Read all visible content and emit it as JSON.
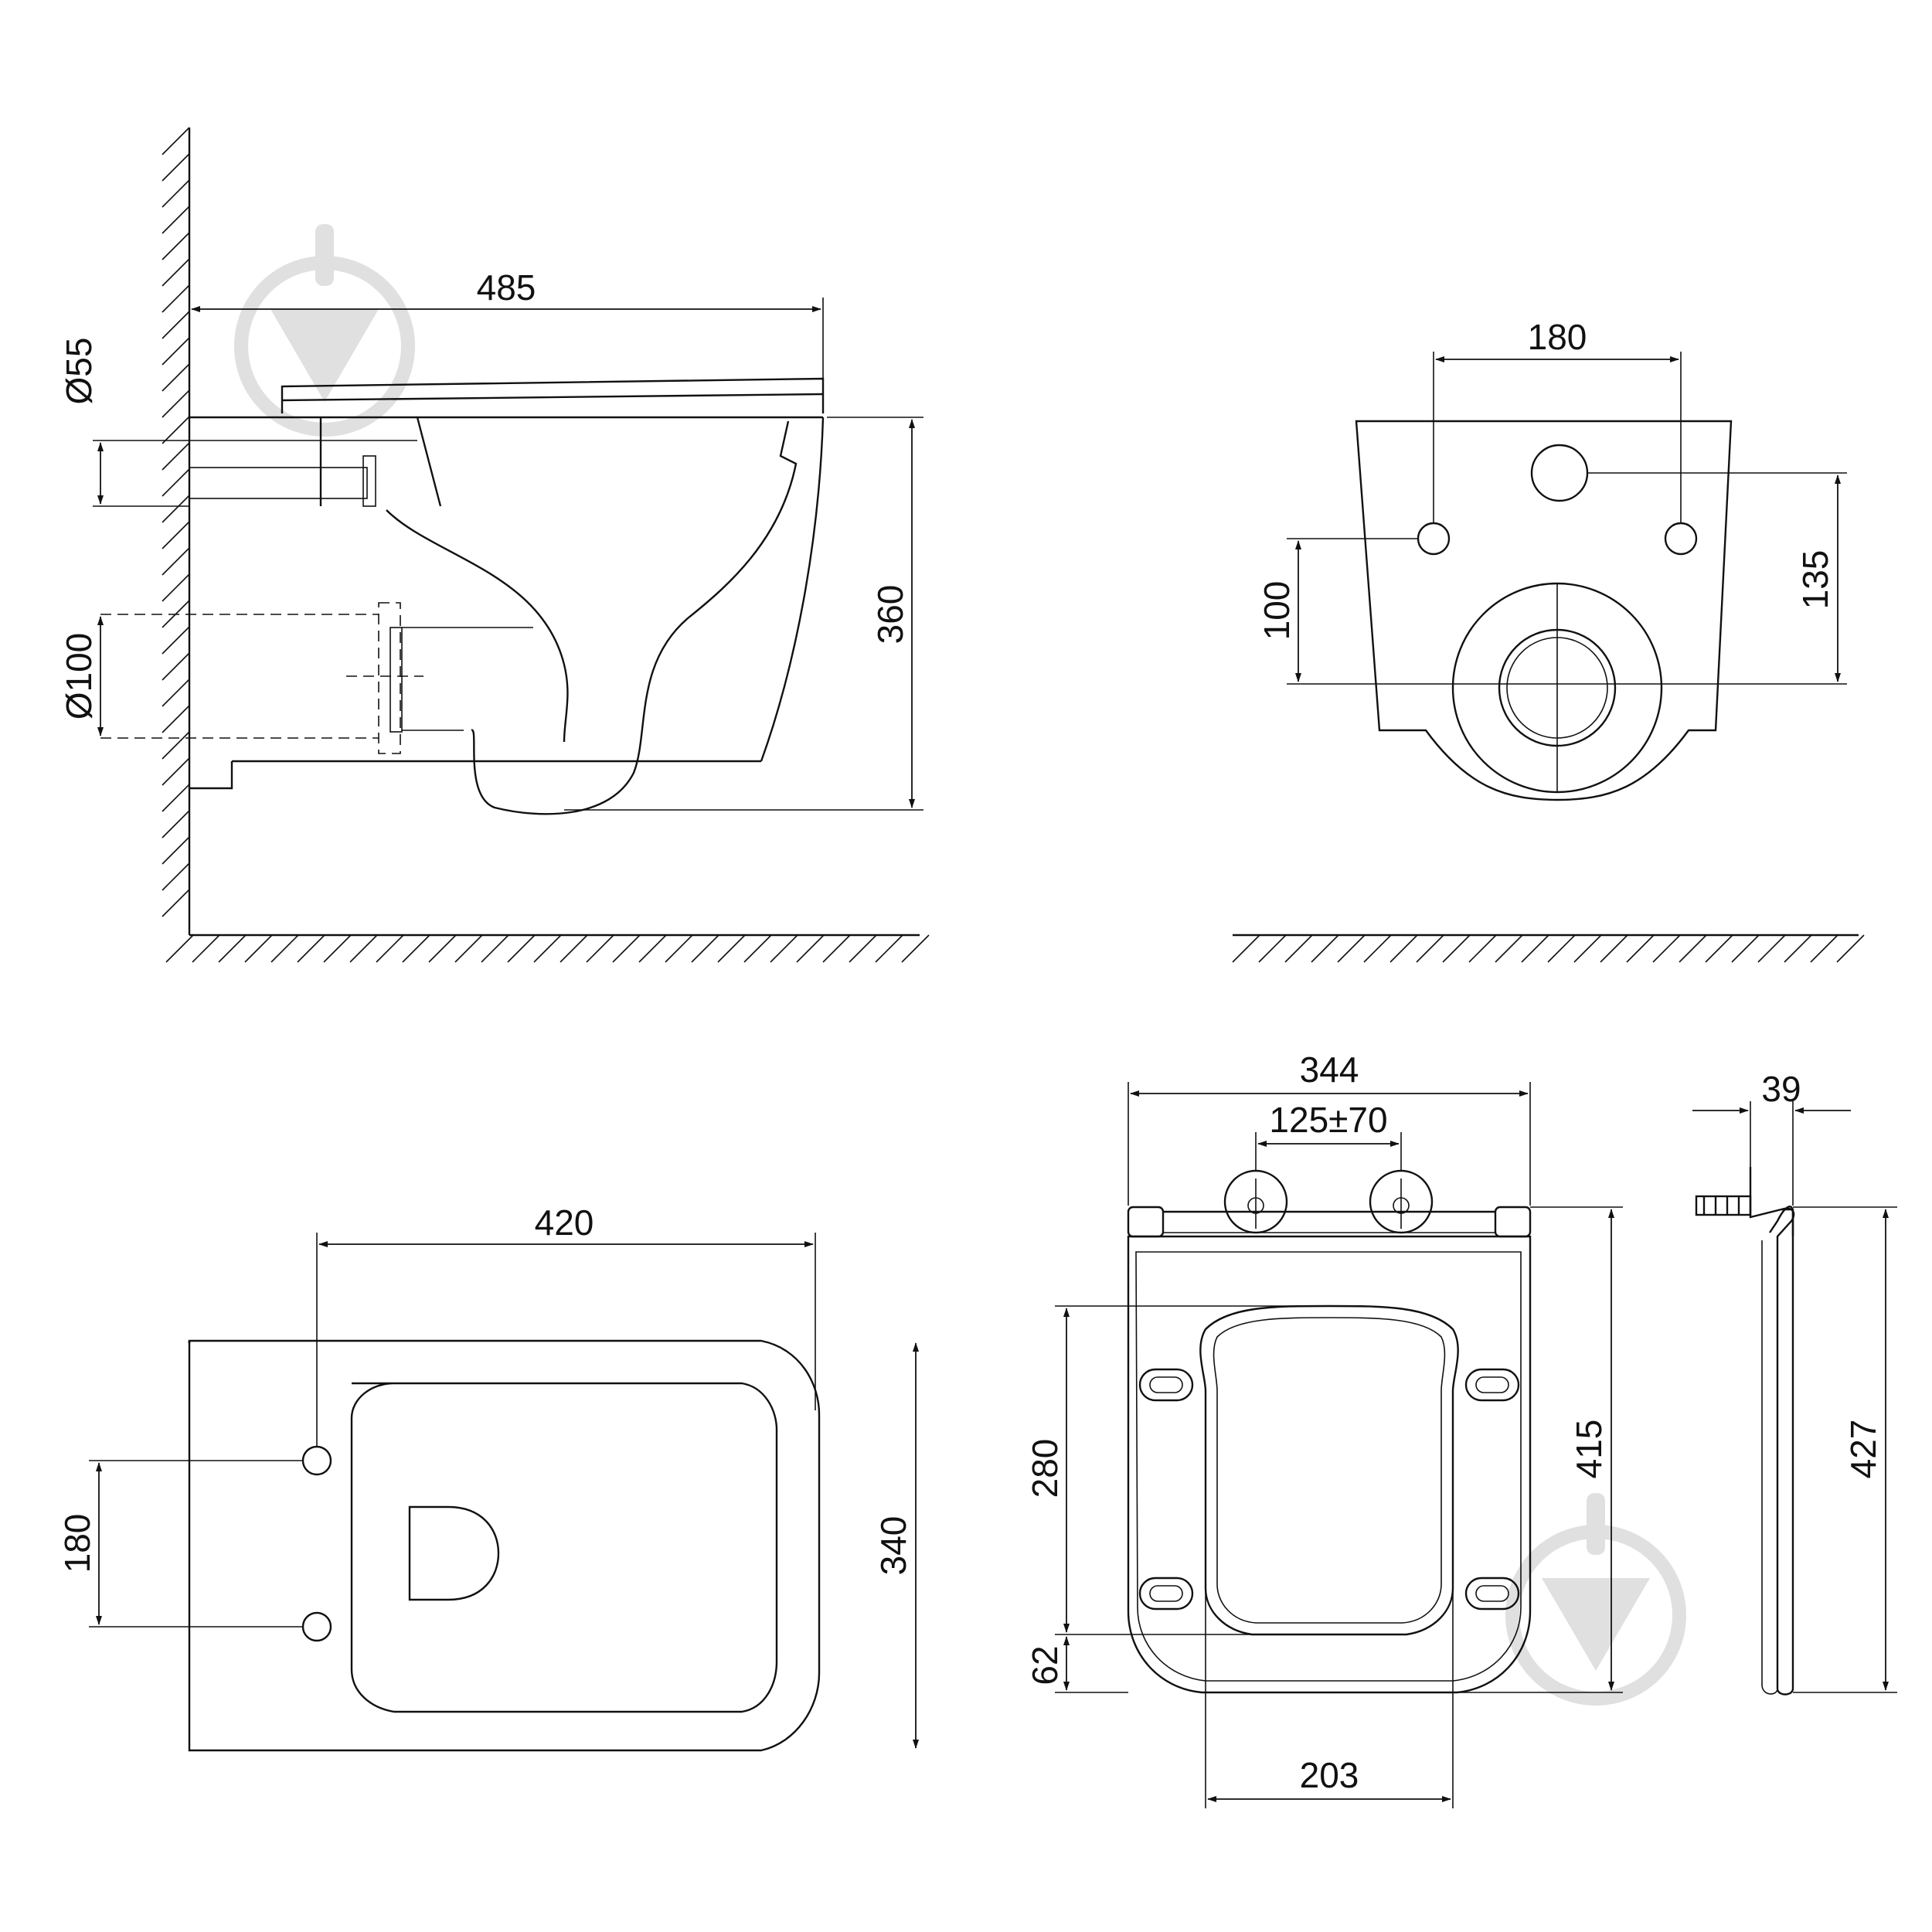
{
  "dims": {
    "side_width": "485",
    "outlet_small": "Ø55",
    "outlet_large": "Ø100",
    "side_height": "360",
    "back_bolts": "180",
    "back_h_left": "100",
    "back_h_right": "135",
    "top_width": "420",
    "top_bolts": "180",
    "top_depth": "340",
    "seat_width": "344",
    "seat_hinge": "125±70",
    "seat_length": "415",
    "seat_inner": "280",
    "seat_front": "62",
    "seat_opening": "203",
    "lid_thickness": "39",
    "lid_height": "427"
  }
}
